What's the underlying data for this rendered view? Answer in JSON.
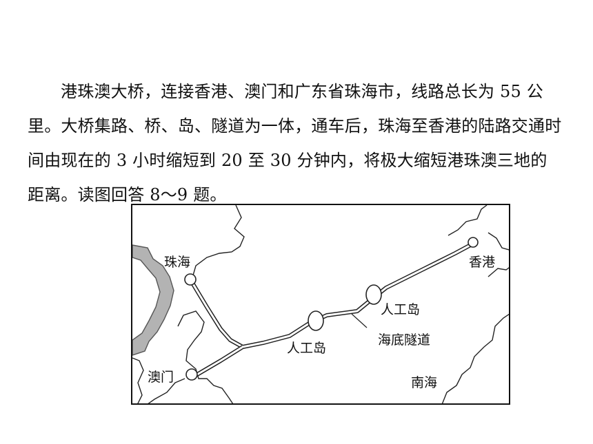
{
  "passage": {
    "lines": [
      "港珠澳大桥，连接香港、澳门和广东省珠海市，线路总长为 55 公",
      "里。大桥集路、桥、岛、隧道为一体，通车后，珠海至香港的陆路交通时",
      "间由现在的 3 小时缩短到 20 至 30 分钟内，将极大缩短港珠澳三地的",
      "距离。读图回答 8～9 题。"
    ]
  },
  "map": {
    "labels": {
      "zhuhai": "珠海",
      "hongkong": "香港",
      "macau": "澳门",
      "island_east": "人工岛",
      "island_west": "人工岛",
      "tunnel": "海底隧道",
      "south_sea": "南海"
    }
  }
}
